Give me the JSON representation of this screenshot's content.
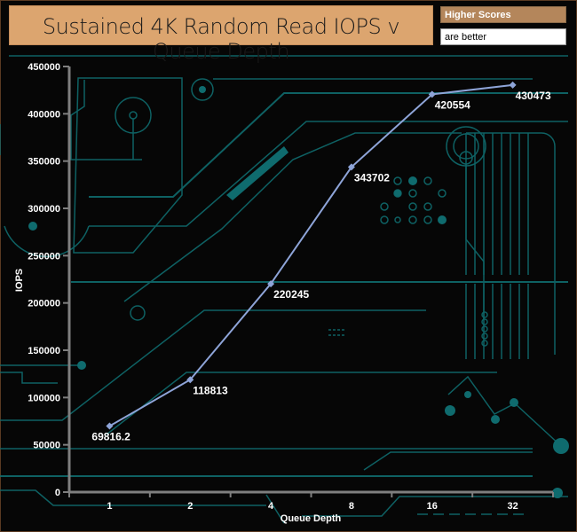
{
  "header": {
    "title": "Sustained 4K Random Read IOPS v Queue Depth",
    "badge_top": "Higher Scores",
    "badge_bottom": "are better"
  },
  "colors": {
    "background": "#060606",
    "circuit": "#0f6b6e",
    "series": "#8ea4d8",
    "axis": "#7f7f7f",
    "title_bg": "#dca56f",
    "badge_bg": "#b4865b"
  },
  "chart_data": {
    "type": "line",
    "title": "Sustained 4K Random Read IOPS v Queue Depth",
    "xlabel": "Queue Depth",
    "ylabel": "IOPS",
    "categories": [
      "1",
      "2",
      "4",
      "8",
      "16",
      "32"
    ],
    "series": [
      {
        "name": "IOPS",
        "values": [
          69816.2,
          118813,
          220245,
          343702,
          420554,
          430473
        ],
        "labels": [
          "69816.2",
          "118813",
          "220245",
          "343702",
          "420554",
          "430473"
        ]
      }
    ],
    "ylim": [
      0,
      450000
    ],
    "yticks": [
      0,
      50000,
      100000,
      150000,
      200000,
      250000,
      300000,
      350000,
      400000,
      450000
    ],
    "ytick_labels": [
      "0",
      "50000",
      "100000",
      "150000",
      "200000",
      "250000",
      "300000",
      "350000",
      "400000",
      "450000"
    ],
    "grid": false,
    "legend": "none"
  }
}
